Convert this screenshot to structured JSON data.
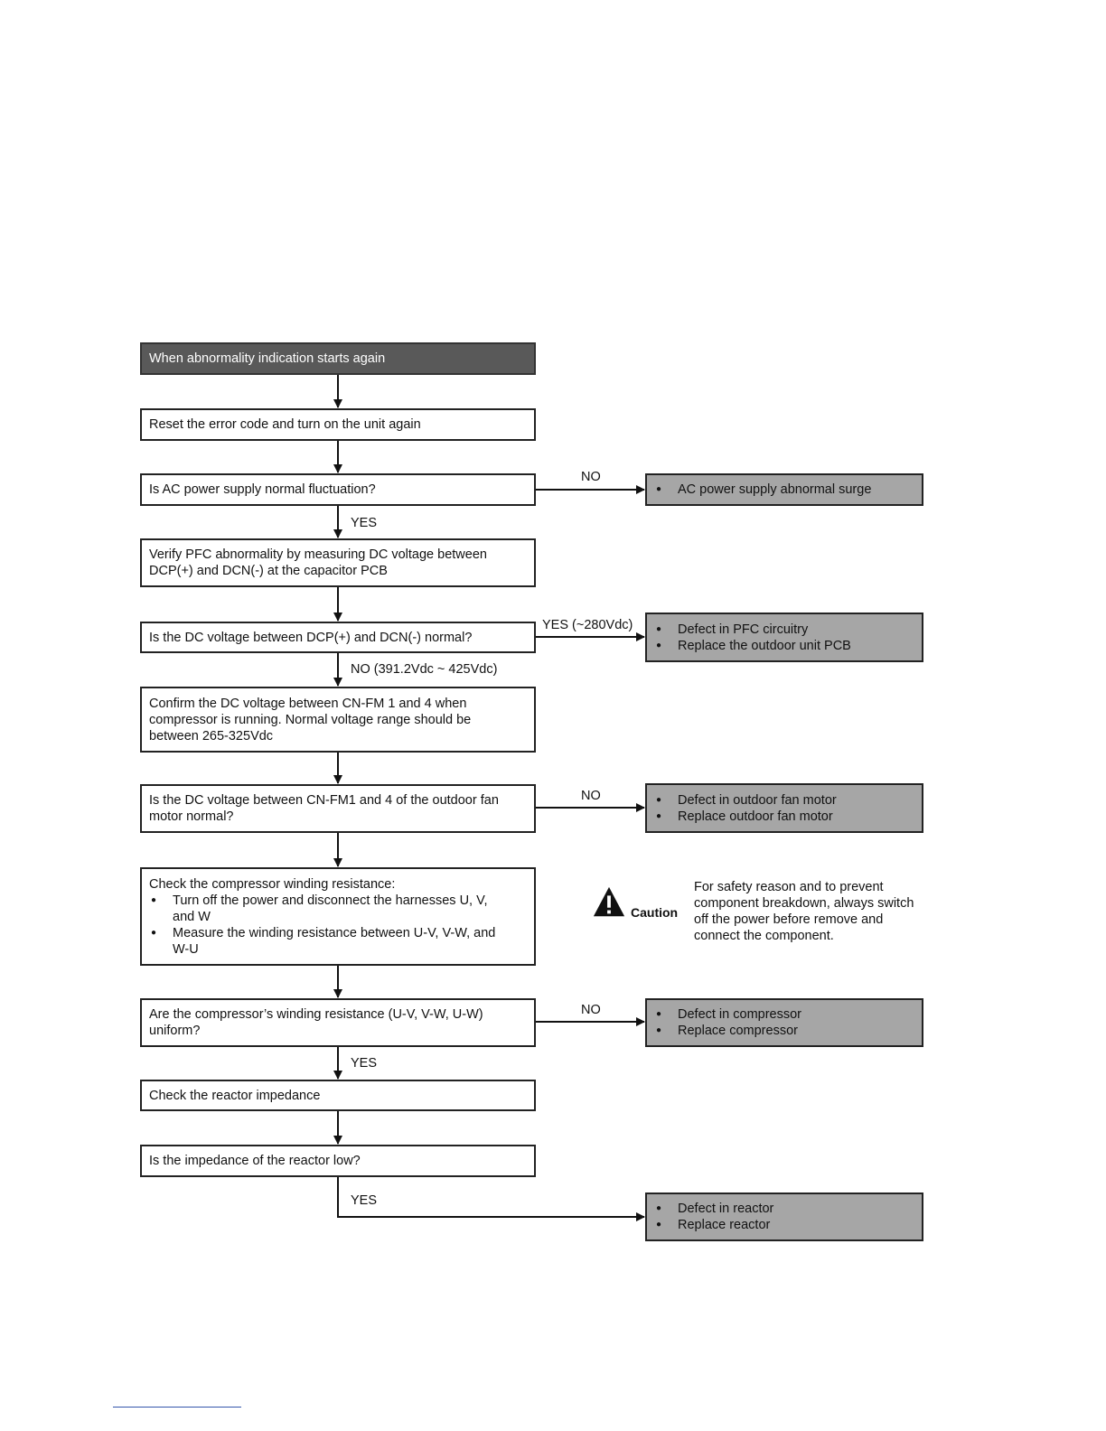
{
  "flowchart": {
    "start": "When abnormality indication starts again",
    "steps": {
      "reset": "Reset the error code and turn on the unit again",
      "ac_check": "Is AC power supply normal fluctuation?",
      "verify_pfc": "Verify PFC abnormality by measuring DC voltage between\nDCP(+) and DCN(-) at the capacitor PCB",
      "dc_check": "Is the DC voltage between DCP(+) and DCN(-) normal?",
      "confirm_fm": "Confirm the DC voltage between CN-FM 1 and 4 when\ncompressor is running. Normal voltage range should be\nbetween 265-325Vdc",
      "fm_check": "Is the DC voltage between CN-FM1 and 4 of the outdoor fan\nmotor normal?",
      "winding_title": "Check the compressor winding resistance:",
      "winding_items": [
        "Turn off the power and disconnect the harnesses U, V,\nand W",
        "Measure the winding resistance between U-V, V-W, and\nW-U"
      ],
      "winding_check": "Are the compressor’s winding resistance (U-V, V-W, U-W)\nuniform?",
      "reactor": "Check the reactor impedance",
      "reactor_check": "Is the impedance of the reactor low?"
    },
    "results": {
      "ac_surge": [
        "AC power supply abnormal surge"
      ],
      "pfc_defect": [
        "Defect in PFC circuitry",
        "Replace the outdoor unit PCB"
      ],
      "fan_defect": [
        "Defect in outdoor fan motor",
        "Replace outdoor fan motor"
      ],
      "comp_defect": [
        "Defect in compressor",
        "Replace compressor"
      ],
      "reactor_defect": [
        "Defect in reactor",
        "Replace reactor"
      ]
    },
    "labels": {
      "ac_no": "NO",
      "ac_yes": "YES",
      "dc_yes": "YES (~280Vdc)",
      "dc_no": "NO (391.2Vdc ~ 425Vdc)",
      "fm_no": "NO",
      "winding_no": "NO",
      "winding_yes": "YES",
      "reactor_yes": "YES"
    },
    "caution": {
      "label": "Caution",
      "icon": "warning-triangle-icon",
      "note": "For safety reason and to prevent\ncomponent breakdown, always switch\noff the power before remove and\nconnect the component."
    }
  }
}
